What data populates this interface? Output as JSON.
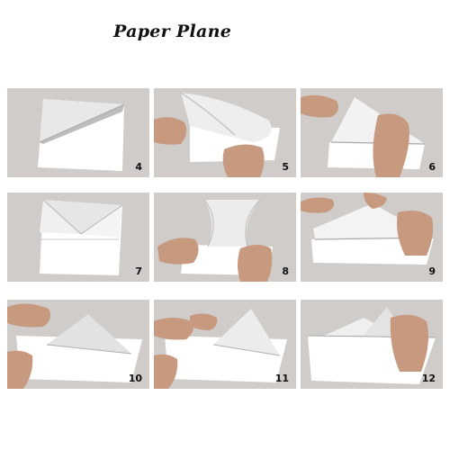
{
  "title": "Paper Plane",
  "steps": [
    {
      "number": "4"
    },
    {
      "number": "5"
    },
    {
      "number": "6"
    },
    {
      "number": "7"
    },
    {
      "number": "8"
    },
    {
      "number": "9"
    },
    {
      "number": "10"
    },
    {
      "number": "11"
    },
    {
      "number": "12"
    }
  ],
  "colors": {
    "background": "#cfccc9",
    "paper": "#ffffff",
    "fold_shadow": "#c9c9c9",
    "skin": "#c79a80",
    "text": "#111111"
  }
}
